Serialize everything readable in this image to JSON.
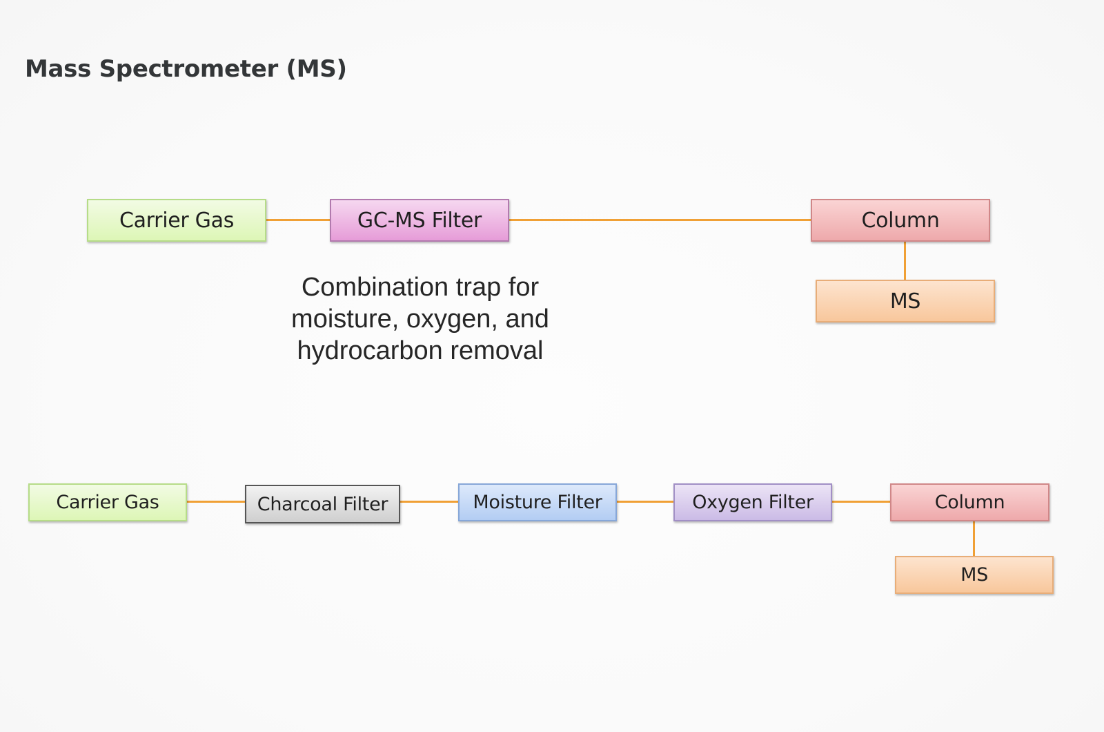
{
  "title": "Mass Spectrometer (MS)",
  "diagram1": {
    "nodes": {
      "carrier_gas": "Carrier Gas",
      "gcms_filter": "GC-MS Filter",
      "column": "Column",
      "ms": "MS"
    },
    "caption": "Combination trap for\nmoisture, oxygen, and\nhydrocarbon removal"
  },
  "diagram2": {
    "nodes": {
      "carrier_gas": "Carrier Gas",
      "charcoal_filter": "Charcoal Filter",
      "moisture_filter": "Moisture Filter",
      "oxygen_filter": "Oxygen Filter",
      "column": "Column",
      "ms": "MS"
    }
  },
  "colors": {
    "connector": "#f0a035",
    "carrier_gas": "#ddf6b6",
    "gcms_filter": "#e69cd8",
    "column": "#eea9ab",
    "ms": "#f8c79c",
    "charcoal_filter": "#cfcfcf",
    "moisture_filter": "#b3cdf3",
    "oxygen_filter": "#cbbbe6"
  }
}
